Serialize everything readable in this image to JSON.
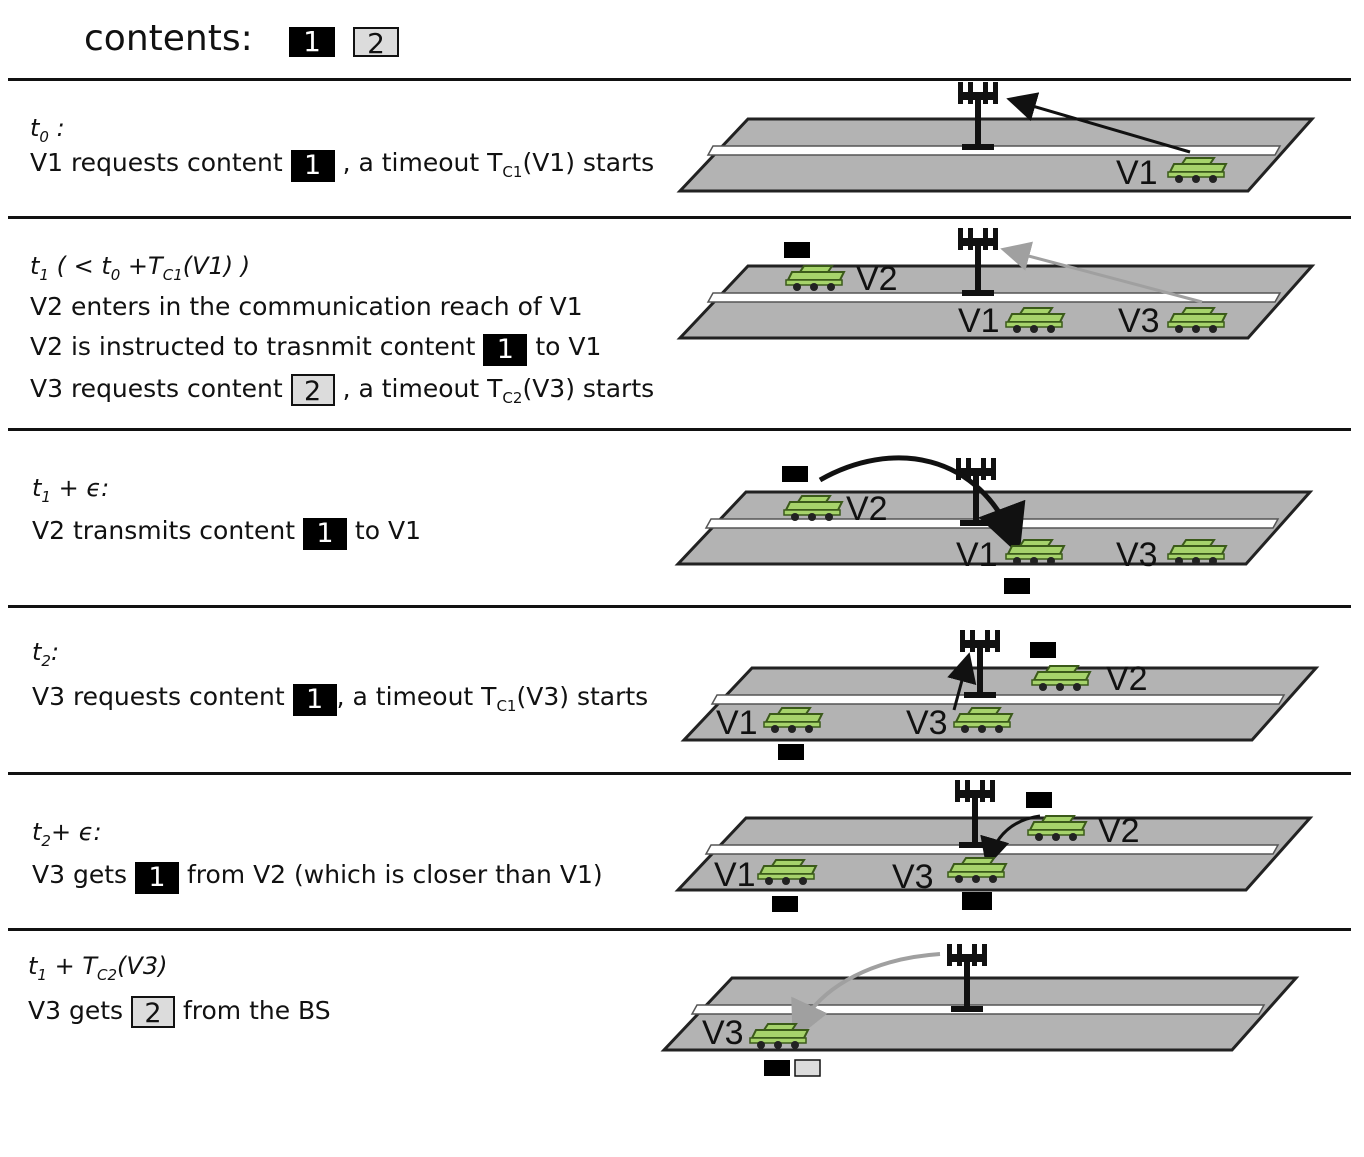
{
  "header": {
    "label": "contents:",
    "item1": "1",
    "item2": "2"
  },
  "panels": [
    {
      "time": "t0 :",
      "lines": [
        "V1 requests content",
        ", a timeout T",
        "C1",
        "(V1) starts"
      ]
    },
    {
      "time": "t1 ( < t0 +TC1(V1) )",
      "lines": [
        "V2 enters in the communication reach of V1",
        "V2 is instructed to trasnmit content",
        "to V1",
        "V3 requests content",
        ", a timeout T",
        "C2",
        "(V3) starts"
      ]
    },
    {
      "time": "t1 + ϵ:",
      "lines": [
        "V2 transmits content",
        "to V1"
      ]
    },
    {
      "time": "t2:",
      "lines": [
        "V3 requests content",
        ", a timeout T",
        "C1",
        "(V3) starts"
      ]
    },
    {
      "time": "t2+ ϵ:",
      "lines": [
        "V3 gets",
        "from V2 (which is closer than V1)"
      ]
    },
    {
      "time": "t1 + TC2(V3)",
      "lines": [
        "V3 gets",
        "from the BS"
      ]
    }
  ],
  "vehicles": {
    "v1": "V1",
    "v2": "V2",
    "v3": "V3"
  },
  "colors": {
    "road": "#b3b3b3",
    "car": "#a6d36b",
    "car_stroke": "#3b5a1a",
    "arrow_gray": "#a0a0a0"
  }
}
